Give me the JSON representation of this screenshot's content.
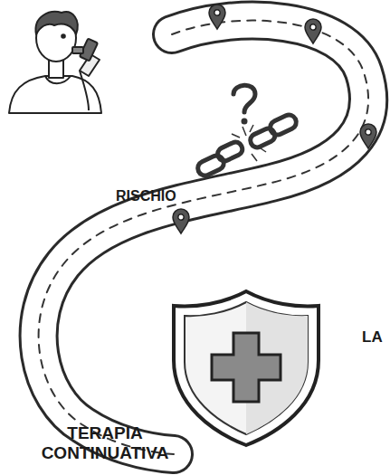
{
  "diagram": {
    "nodes": [
      {
        "text": [
          "TERAPIA CONTINUATIVA"
        ]
      }
    ],
    "labels": [
      "RISCHIO",
      "LA"
    ]
  }
}
